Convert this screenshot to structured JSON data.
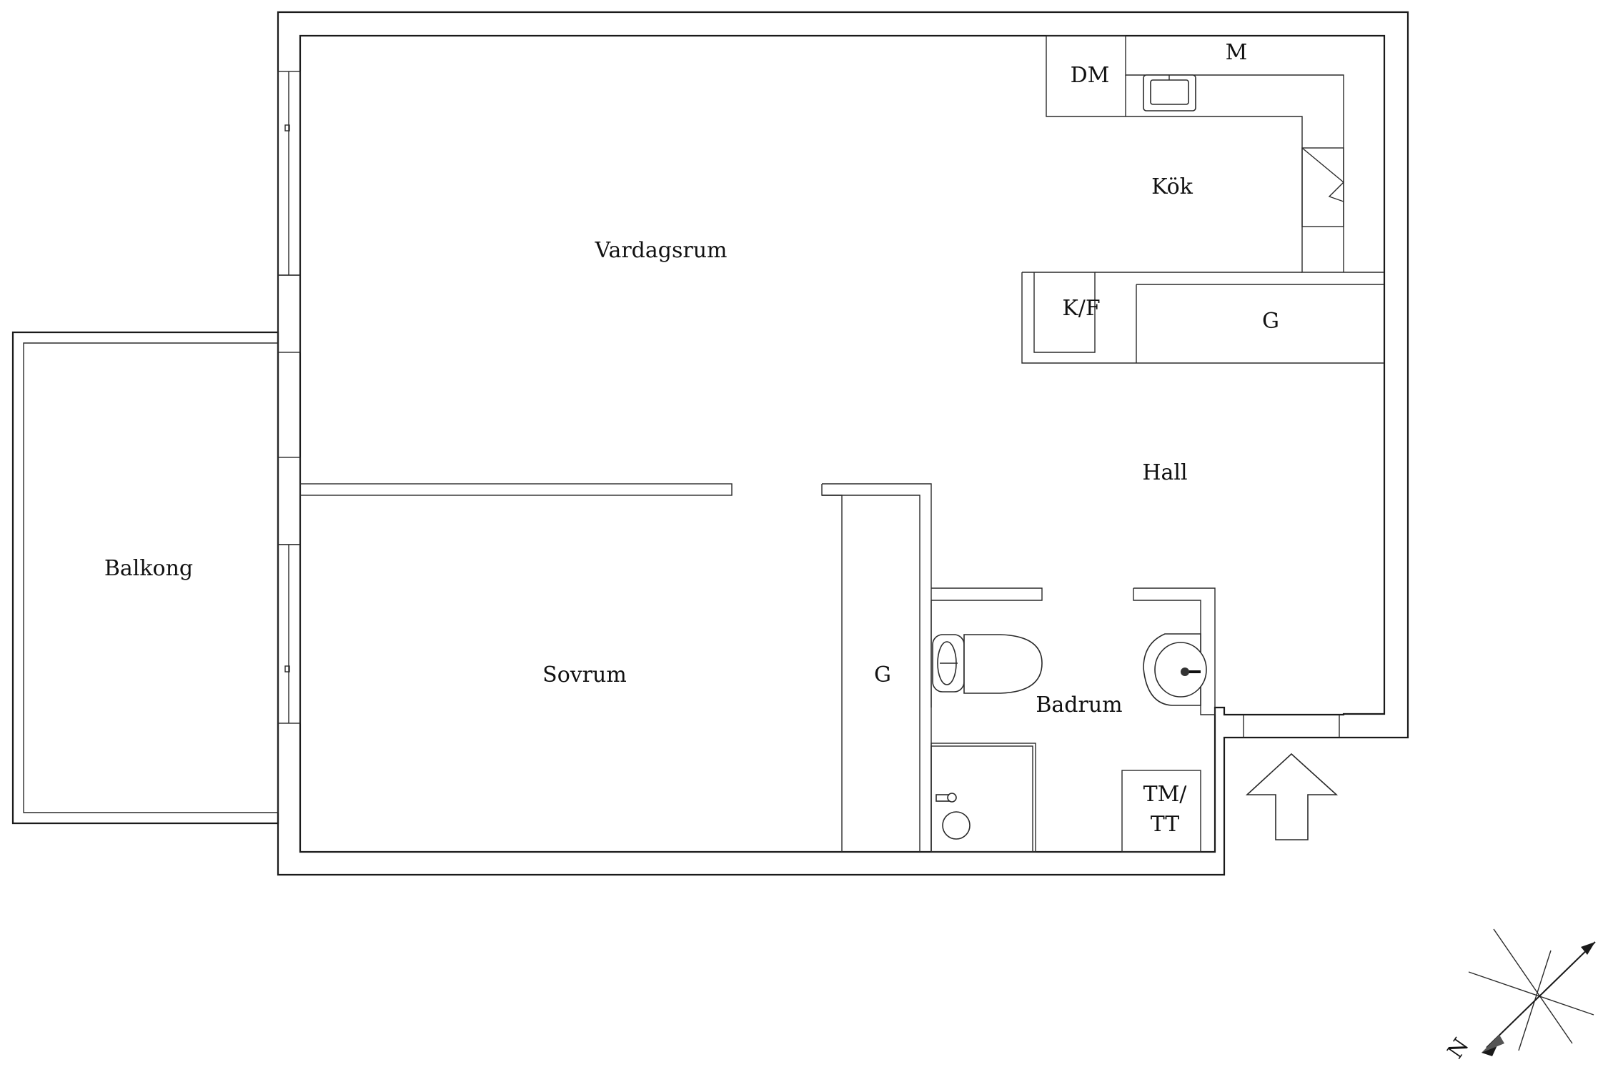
{
  "rooms": {
    "vardagsrum": "Vardagsrum",
    "kok": "Kök",
    "hall": "Hall",
    "balkong": "Balkong",
    "sovrum": "Sovrum",
    "badrum": "Badrum"
  },
  "fixtures": {
    "dm": "DM",
    "m": "M",
    "kf": "K/F",
    "g_hall": "G",
    "g_sovrum": "G",
    "tm_line1": "TM/",
    "tm_line2": "TT"
  },
  "compass": {
    "north": "N"
  },
  "colors": {
    "line": "#1a1a1a",
    "background": "#ffffff"
  },
  "icons": [
    "entrance-arrow-icon",
    "compass-rose-icon",
    "toilet-icon",
    "sink-icon",
    "shower-icon",
    "kitchen-sink-icon",
    "stove-icon"
  ]
}
